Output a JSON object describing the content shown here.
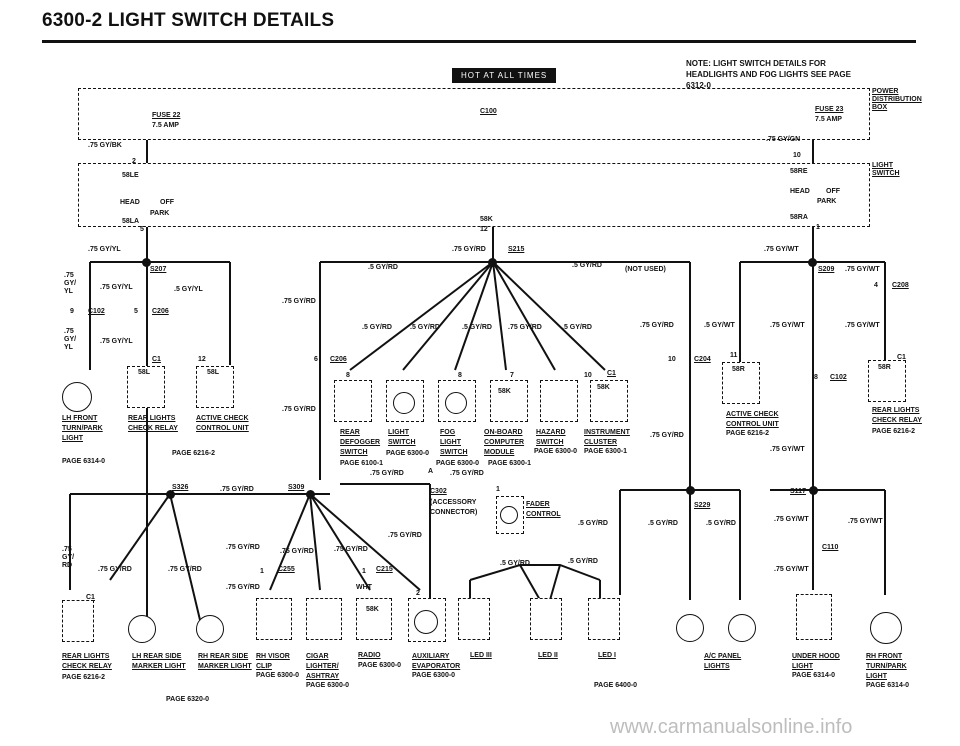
{
  "header": {
    "title": "6300-2 LIGHT SWITCH DETAILS"
  },
  "hot_label": "HOT AT ALL TIMES",
  "note": "NOTE: LIGHT SWITCH DETAILS FOR HEADLIGHTS AND FOG LIGHTS SEE PAGE 6312-0",
  "power_box": {
    "label": "POWER DISTRIBUTION BOX",
    "c100": "C100",
    "fuse22": "FUSE 22",
    "fuse22_amp": "7.5 AMP",
    "fuse23": "FUSE 23",
    "fuse23_amp": "7.5 AMP",
    "wire_left": ".75 GY/BK",
    "wire_right": ".75 GY/GN"
  },
  "light_switch": {
    "label": "LIGHT SWITCH",
    "pin2": "2",
    "pin10": "10",
    "pin5": "5",
    "pin12": "12",
    "pin1": "1",
    "t58le": "58LE",
    "t58re": "58RE",
    "t58la": "58LA",
    "t58ra": "58RA",
    "t58k": "58K",
    "head_l": "HEAD",
    "off_l": "OFF",
    "park_l": "PARK",
    "head_r": "HEAD",
    "off_r": "OFF",
    "park_r": "PARK"
  },
  "wires": {
    "yl1": ".75 GY/YL",
    "yl2": ".75 GY/YL",
    "yl3": ".5 GY/YL",
    "yl4": ".75 GY/YL",
    "yl_side1": ".75 GY/ YL",
    "yl_side2": ".75 GY/ YL",
    "rd1": ".75 GY/RD",
    "rd_s215": ".75 GY/RD",
    "rd5a": ".5 GY/RD",
    "rd5b": ".5 GY/RD",
    "rd5c": ".5 GY/RD",
    "rd5d": ".5 GY/RD",
    "rd5e": ".5 GY/RD",
    "rd75": ".75 GY/RD",
    "rd5f": ".5 GY/RD",
    "rd_left": ".75 GY/RD",
    "rd_mid": ".75 GY/RD",
    "rd_right": ".75 GY/RD",
    "wt1": ".75 GY/WT",
    "wt2": ".75 GY/WT",
    "wt3": ".5 GY/WT",
    "wt4": ".75 GY/WT",
    "wt5": ".75 GY/WT",
    "wt6": ".75 GY/WT",
    "wt7": ".75 GY/WT",
    "wt8": ".75 GY/WT",
    "wt9": ".75 GY/WT",
    "not_used": "(NOT USED)",
    "s326_wire": ".75 GY/RD",
    "a_wire1": ".75 GY/RD",
    "a_wire2": ".75 GY/RD",
    "rd_b1": ".75 GY/ RD",
    "rd_b2": ".75 GY/RD",
    "rd_b3": ".75 GY/RD",
    "rd_b4": ".75 GY/RD",
    "rd_b5": ".75 GY/RD",
    "rd_b6": ".75 GY/RD",
    "rd_b7": ".75 GY/RD",
    "rd_b8": ".75 GY/RD",
    "rd_b9": ".5 GY/RD",
    "rd_b10": ".5 GY/RD",
    "rd_b11": ".5 GY/RD",
    "rd_b12": ".5 GY/RD",
    "rd_b13": ".5 GY/RD",
    "rd_b14": ".5 GY/RD",
    "wht": "WHT"
  },
  "connectors": {
    "s207": "S207",
    "c102a": "C102",
    "c206a": "C206",
    "c1a": "C1",
    "s215": "S215",
    "c206b": "C206",
    "c1b": "C1",
    "c204": "C204",
    "s209": "S209",
    "c208": "C208",
    "c102b": "C102",
    "c1c": "C1",
    "s326": "S326",
    "s309": "S309",
    "c302": "C302",
    "s229": "S229",
    "s117": "S117",
    "c110": "C110",
    "c255": "C255",
    "c215": "C215",
    "c1d": "C1",
    "a": "A",
    "n9": "9",
    "n5a": "5",
    "n12a": "12",
    "n6": "6",
    "n8a": "8",
    "n8b": "8",
    "n7": "7",
    "n10a": "10",
    "n10b": "10",
    "n11": "11",
    "n8c": "8",
    "n4": "4",
    "n1a": "1",
    "n1b": "1",
    "n1c": "1",
    "n2": "2"
  },
  "terminals": {
    "t58l": "58L",
    "t58lb": "58L",
    "t58k1": "58K",
    "t58k2": "58K",
    "t58r1": "58R",
    "t58r2": "58R",
    "t58k3": "58K",
    "t58k4": "58K"
  },
  "components": {
    "lh_front": "LH FRONT TURN/PARK LIGHT",
    "lh_front_page": "PAGE 6314-0",
    "rear_relay": "REAR LIGHTS CHECK RELAY",
    "active_check": "ACTIVE CHECK CONTROL UNIT",
    "page_6216a": "PAGE 6216-2",
    "rear_defog": "REAR DEFOGGER SWITCH",
    "rear_defog_page": "PAGE 6100-1",
    "light_switch2": "LIGHT SWITCH",
    "ls_page": "PAGE 6300-0",
    "fog_switch": "FOG LIGHT SWITCH",
    "fog_page": "PAGE 6300-0",
    "on_board": "ON-BOARD COMPUTER MODULE",
    "obc_page": "PAGE 6300-1",
    "hazard": "HAZARD SWITCH",
    "hazard_page": "PAGE 6300-0",
    "instrument": "INSTRUMENT CLUSTER",
    "ic_page": "PAGE 6300-1",
    "active_check2": "ACTIVE CHECK CONTROL UNIT",
    "ac2_page": "PAGE 6216-2",
    "rear_relay2": "REAR LIGHTS CHECK RELAY",
    "rr2_page": "PAGE 6216-2",
    "accessory": "(ACCESSORY CONNECTOR)",
    "fader": "FADER CONTROL",
    "rear_lights_b": "REAR LIGHTS CHECK RELAY",
    "rlb_page": "PAGE 6216-2",
    "lh_marker": "LH REAR SIDE MARKER LIGHT",
    "rh_marker": "RH REAR SIDE MARKER LIGHT",
    "page_6320": "PAGE 6320-0",
    "visor": "RH VISOR CLIP",
    "visor_page": "PAGE 6300-0",
    "cigar": "CIGAR LIGHTER/ ASHTRAY",
    "cigar_page": "PAGE 6300-0",
    "radio": "RADIO",
    "radio_page": "PAGE 6300-0",
    "aux": "AUXILIARY EVAPORATOR",
    "aux_page": "PAGE 6300-0",
    "led3": "LED III",
    "led2": "LED II",
    "led1": "LED I",
    "page_6400": "PAGE 6400-0",
    "ac_panel": "A/C PANEL LIGHTS",
    "under_hood": "UNDER HOOD LIGHT",
    "uh_page": "PAGE 6314-0",
    "rh_front": "RH FRONT TURN/PARK LIGHT",
    "rhf_page": "PAGE 6314-0"
  },
  "watermark": "www.carmanualsonline.info"
}
